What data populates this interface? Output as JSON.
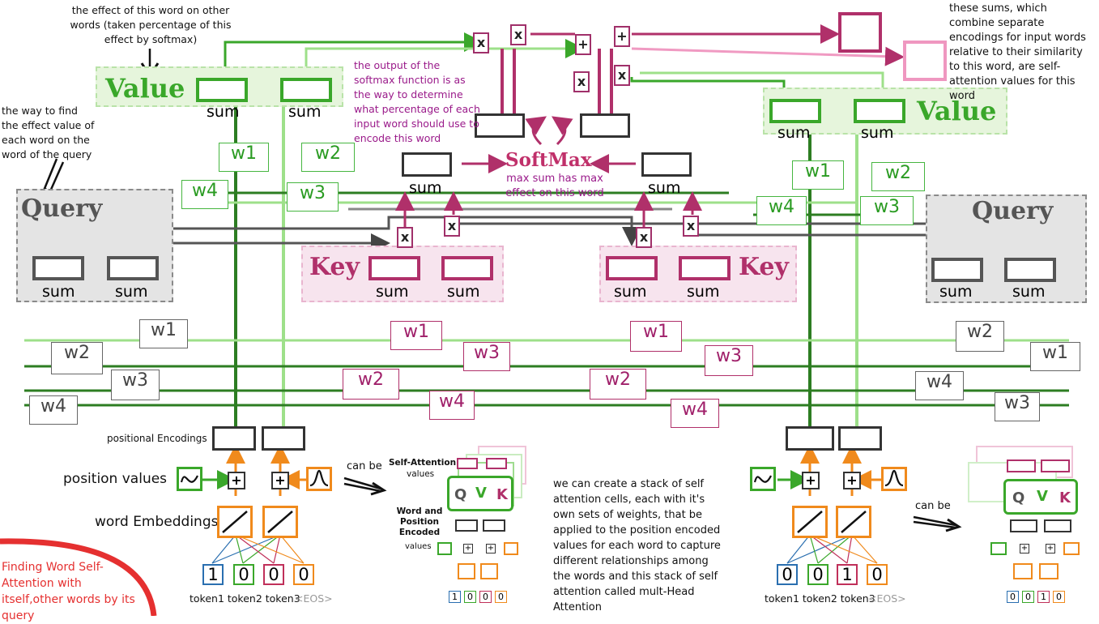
{
  "notes": {
    "value_effect": "the effect of this word on other words (taken percentage of this effect by softmax)",
    "query_way": "the way to find the effect value of each word on the word of the query",
    "softmax_output": "the output of the softmax function is as the way to determine what percentage of each input word should use to encode this word",
    "sums_note": "these sums, which combine separate encodings for input words relative to their similarity to this word, are self-attention values for this word",
    "max_sum": "max sum has max effect on this word",
    "stack_note": "we can create a stack of self attention cells, each with it's own sets of weights, that be applied to the position encoded values for each word to capture different relationships among the words and this stack of self attention called mult-Head Attention",
    "finding": "Finding Word Self-Attention with itself,other words by its query"
  },
  "titles": {
    "value": "Value",
    "query": "Query",
    "key": "Key",
    "softmax": "SoftMax"
  },
  "labels": {
    "sum": "sum",
    "w1": "w1",
    "w2": "w2",
    "w3": "w3",
    "w4": "w4",
    "x": "x",
    "plus": "+",
    "positional_encodings": "positional Encodings",
    "position_values": "position  values",
    "word_embeddings": "word Embeddings",
    "can_be": "can be",
    "tokens": "token1 token2 token3",
    "eos": "<EOS>",
    "self_attention": "Self-Attention",
    "values": "values",
    "word_and": "Word and",
    "position": "Position",
    "encoded": "Encoded",
    "q": "Q",
    "v": "V",
    "k": "K"
  },
  "token_values_left": [
    "1",
    "0",
    "0",
    "0"
  ],
  "token_values_right": [
    "0",
    "0",
    "1",
    "0"
  ],
  "colors": {
    "green": "#3aa72a",
    "gray": "#555555",
    "pink": "#b0306a",
    "orange": "#f08a1c",
    "red": "#e53030",
    "purple": "#9a1a8a"
  }
}
